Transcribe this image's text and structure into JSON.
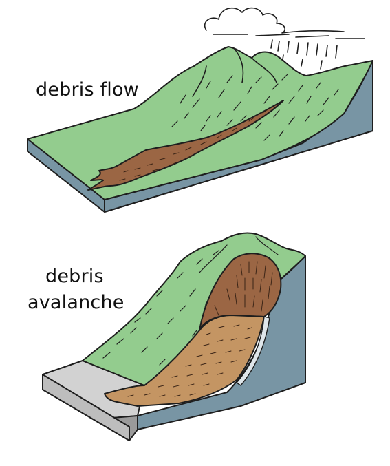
{
  "labels": {
    "debris_flow": "debris flow",
    "debris_avalanche_line1": "debris",
    "debris_avalanche_line2": "avalanche"
  },
  "colors": {
    "grass": "#93cc8e",
    "rock_face": "#7895a4",
    "debris": "#9b6644",
    "debris_light": "#c49563",
    "road_top": "#d2d2d2",
    "road_side": "#9a9a9a",
    "outline": "#1e1e1e"
  },
  "icons": [
    "rain-cloud-icon"
  ]
}
